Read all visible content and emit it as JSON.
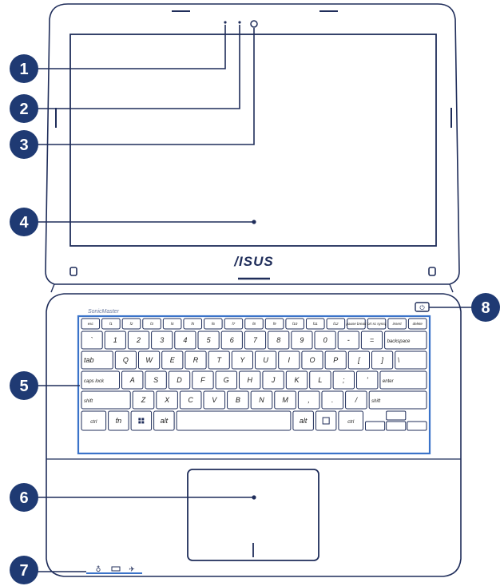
{
  "brand": {
    "logo_text": "/ISUS",
    "keyboard_badge": "SonicMaster"
  },
  "callouts": [
    {
      "number": "1"
    },
    {
      "number": "2"
    },
    {
      "number": "3"
    },
    {
      "number": "4"
    },
    {
      "number": "5"
    },
    {
      "number": "6"
    },
    {
      "number": "7"
    },
    {
      "number": "8"
    }
  ],
  "keyboard": {
    "rows": [
      {
        "keys": [
          {
            "label": "esc",
            "w": 1
          },
          {
            "label": "f1",
            "w": 1
          },
          {
            "label": "f2",
            "w": 1
          },
          {
            "label": "f3",
            "w": 1
          },
          {
            "label": "f4",
            "w": 1
          },
          {
            "label": "f5",
            "w": 1
          },
          {
            "label": "f6",
            "w": 1
          },
          {
            "label": "f7",
            "w": 1
          },
          {
            "label": "f8",
            "w": 1
          },
          {
            "label": "f9",
            "w": 1
          },
          {
            "label": "f10",
            "w": 1
          },
          {
            "label": "f11",
            "w": 1
          },
          {
            "label": "f12",
            "w": 1
          },
          {
            "label": "pause break",
            "w": 1
          },
          {
            "label": "prt sc sysrq",
            "w": 1
          },
          {
            "label": "insert",
            "w": 1
          },
          {
            "label": "delete",
            "w": 1
          }
        ]
      },
      {
        "keys": [
          {
            "label": "`",
            "w": 1
          },
          {
            "label": "1",
            "w": 1
          },
          {
            "label": "2",
            "w": 1
          },
          {
            "label": "3",
            "w": 1
          },
          {
            "label": "4",
            "w": 1
          },
          {
            "label": "5",
            "w": 1
          },
          {
            "label": "6",
            "w": 1
          },
          {
            "label": "7",
            "w": 1
          },
          {
            "label": "8",
            "w": 1
          },
          {
            "label": "9",
            "w": 1
          },
          {
            "label": "0",
            "w": 1
          },
          {
            "label": "-",
            "w": 1
          },
          {
            "label": "=",
            "w": 1
          },
          {
            "label": "backspace",
            "w": 2
          }
        ]
      },
      {
        "keys": [
          {
            "label": "tab",
            "w": 1.5
          },
          {
            "label": "Q",
            "w": 1
          },
          {
            "label": "W",
            "w": 1
          },
          {
            "label": "E",
            "w": 1
          },
          {
            "label": "R",
            "w": 1
          },
          {
            "label": "T",
            "w": 1
          },
          {
            "label": "Y",
            "w": 1
          },
          {
            "label": "U",
            "w": 1
          },
          {
            "label": "I",
            "w": 1
          },
          {
            "label": "O",
            "w": 1
          },
          {
            "label": "P",
            "w": 1
          },
          {
            "label": "[",
            "w": 1
          },
          {
            "label": "]",
            "w": 1
          },
          {
            "label": "\\",
            "w": 1.5
          }
        ]
      },
      {
        "keys": [
          {
            "label": "caps lock",
            "w": 1.8
          },
          {
            "label": "A",
            "w": 1
          },
          {
            "label": "S",
            "w": 1
          },
          {
            "label": "D",
            "w": 1
          },
          {
            "label": "F",
            "w": 1
          },
          {
            "label": "G",
            "w": 1
          },
          {
            "label": "H",
            "w": 1
          },
          {
            "label": "J",
            "w": 1
          },
          {
            "label": "K",
            "w": 1
          },
          {
            "label": "L",
            "w": 1
          },
          {
            "label": ";",
            "w": 1
          },
          {
            "label": "'",
            "w": 1
          },
          {
            "label": "enter",
            "w": 2.2
          }
        ]
      },
      {
        "keys": [
          {
            "label": "shift",
            "w": 2.3
          },
          {
            "label": "Z",
            "w": 1
          },
          {
            "label": "X",
            "w": 1
          },
          {
            "label": "C",
            "w": 1
          },
          {
            "label": "V",
            "w": 1
          },
          {
            "label": "B",
            "w": 1
          },
          {
            "label": "N",
            "w": 1
          },
          {
            "label": "M",
            "w": 1
          },
          {
            "label": ",",
            "w": 1
          },
          {
            "label": ".",
            "w": 1
          },
          {
            "label": "/",
            "w": 1
          },
          {
            "label": "shift",
            "w": 2.7
          }
        ]
      },
      {
        "keys": [
          {
            "label": "ctrl",
            "w": 1.2
          },
          {
            "label": "fn",
            "w": 1
          },
          {
            "label": "",
            "w": 1,
            "icon": "windows-icon"
          },
          {
            "label": "alt",
            "w": 1
          },
          {
            "label": "",
            "w": 5.6
          },
          {
            "label": "alt",
            "w": 1
          },
          {
            "label": "",
            "w": 1,
            "icon": "menu-icon"
          },
          {
            "label": "ctrl",
            "w": 1.2
          },
          {
            "label": "",
            "w": 3,
            "icon": "arrow-keys"
          }
        ]
      }
    ]
  },
  "colors": {
    "outline": "#1f2d5a",
    "callout_fill": "#1f3a73",
    "keyboard_highlight": "#3a73c9",
    "led": "#4a7bd0"
  }
}
